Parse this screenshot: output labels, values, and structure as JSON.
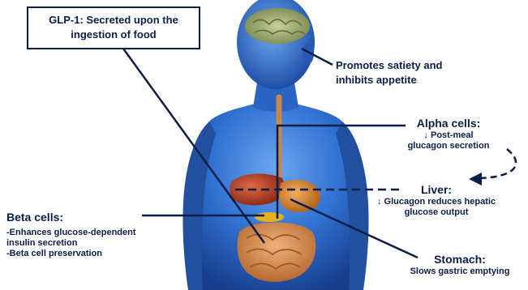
{
  "glp1": {
    "line1": "GLP-1: Secreted upon the",
    "line2": "ingestion of food"
  },
  "brain": {
    "line1": "Promotes satiety and",
    "line2": "inhibits appetite"
  },
  "alpha": {
    "title": "Alpha cells:",
    "line1": "↓ Post-meal",
    "line2": "glucagon secretion"
  },
  "liver": {
    "title": "Liver:",
    "line1": "↓ Glucagon reduces hepatic",
    "line2": "glucose output"
  },
  "beta": {
    "title": "Beta cells:",
    "line1": "-Enhances glucose-dependent",
    "line2": "insulin secretion",
    "line3": "-Beta cell preservation"
  },
  "stomach": {
    "title": "Stomach:",
    "line1": "Slows gastric emptying"
  },
  "colors": {
    "body": "#2f6fd0",
    "text": "#0b1e47",
    "brain": "#9aa86a",
    "liver": "#b8452a",
    "stomach": "#d98a3a",
    "intestine": "#d9955a"
  }
}
